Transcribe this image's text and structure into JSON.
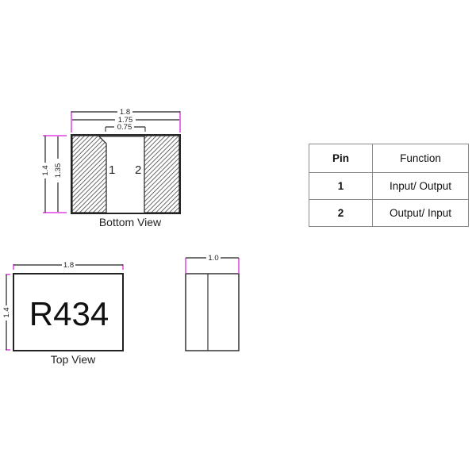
{
  "bottom_view": {
    "caption": "Bottom View",
    "dim_width_total": "1.8",
    "dim_width_inner": "1.75",
    "dim_gap": "0.75",
    "dim_height_total": "1.4",
    "dim_height_inner": "1.35",
    "pad_labels": [
      "1",
      "2"
    ]
  },
  "top_view": {
    "caption": "Top View",
    "marking": "R434",
    "dim_width": "1.8",
    "dim_height": "1.4"
  },
  "side_view": {
    "dim_width": "1.0"
  },
  "pin_table": {
    "headers": [
      "Pin",
      "Function"
    ],
    "rows": [
      {
        "pin": "1",
        "function": "Input/ Output"
      },
      {
        "pin": "2",
        "function": "Output/ Input"
      }
    ]
  },
  "colors": {
    "dimension_extension": "#e040e0",
    "outline": "#222222",
    "hatch": "#555555",
    "table_border": "#8a8a8a"
  }
}
